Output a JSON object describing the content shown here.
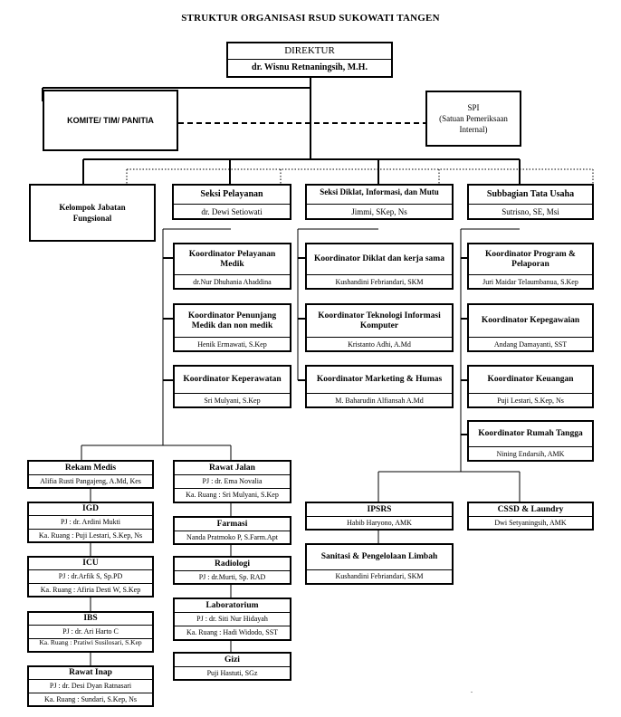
{
  "title": "STRUKTUR ORGANISASI RSUD SUKOWATI TANGEN",
  "direktur": {
    "label": "DIREKTUR",
    "name": "dr. Wisnu Retnaningsih, M.H."
  },
  "komite": "KOMITE/ TIM/ PANITIA",
  "spi": {
    "line1": "SPI",
    "line2": "(Satuan Pemeriksaan",
    "line3": "Internal)"
  },
  "kelompok": {
    "line1": "Kelompok Jabatan",
    "line2": "Fungsional"
  },
  "seksi_pelayanan": {
    "title": "Seksi Pelayanan",
    "head": "dr. Dewi Setiowati",
    "coordinators": [
      {
        "title": "Koordinator Pelayanan Medik",
        "person": "dr.Nur Dhuhania Ahaddina"
      },
      {
        "title": "Koordinator Penunjang Medik dan non medik",
        "person": "Henik Ermawati, S.Kep"
      },
      {
        "title": "Koordinator Keperawatan",
        "person": "Sri Mulyani, S.Kep"
      }
    ]
  },
  "seksi_diklat": {
    "title": "Seksi Diklat, Informasi, dan Mutu",
    "head": "Jimmi, SKep, Ns",
    "coordinators": [
      {
        "title": "Koordinator Diklat dan kerja sama",
        "person": "Kushandini Febriandari, SKM"
      },
      {
        "title": "Koordinator Teknologi Informasi Komputer",
        "person": "Kristanto Adhi, A.Md"
      },
      {
        "title": "Koordinator Marketing & Humas",
        "person": "M. Baharudin Alfiansah A.Md"
      }
    ]
  },
  "subbagian": {
    "title": "Subbagian  Tata Usaha",
    "head": "Sutrisno, SE, Msi",
    "coordinators": [
      {
        "title": "Koordinator Program & Pelaporan",
        "person": "Juri Maidar Telaumbanua, S.Kep"
      },
      {
        "title": "Koordinator Kepegawaian",
        "person": "Andang Damayanti, SST"
      },
      {
        "title": "Koordinator Keuangan",
        "person": "Puji Lestari, S.Kep, Ns"
      },
      {
        "title": "Koordinator Rumah Tangga",
        "person": "Nining Endarsih, AMK"
      }
    ]
  },
  "units_left": [
    {
      "title": "Rekam Medis",
      "lines": [
        "Alifia Rusti Pangajeng, A.Md, Kes"
      ]
    },
    {
      "title": "IGD",
      "lines": [
        "PJ : dr. Ardini Mukti",
        "Ka. Ruang : Puji Lestari, S.Kep, Ns"
      ]
    },
    {
      "title": "ICU",
      "lines": [
        "PJ : dr.Arfik S, Sp.PD",
        "Ka. Ruang : Afiria Desti W, S.Kep"
      ]
    },
    {
      "title": "IBS",
      "lines": [
        "PJ : dr. Ari Harto C",
        "Ka. Ruang : Pratiwi Susilosari, S.Kep"
      ]
    },
    {
      "title": "Rawat Inap",
      "lines": [
        "PJ : dr. Desi Dyan Ratnasari",
        "Ka. Ruang : Sundari, S.Kep, Ns"
      ]
    }
  ],
  "units_mid": [
    {
      "title": "Rawat Jalan",
      "lines": [
        "PJ : dr. Ema Novalia",
        "Ka. Ruang : Sri Mulyani, S.Kep"
      ]
    },
    {
      "title": "Farmasi",
      "lines": [
        "Nanda Pratmoko P, S.Farm.Apt"
      ]
    },
    {
      "title": "Radiologi",
      "lines": [
        "PJ : dr.Murti, Sp. RAD"
      ]
    },
    {
      "title": "Laboratorium",
      "lines": [
        "PJ : dr. Siti Nur Hidayah",
        "Ka. Ruang : Hadi Widodo, SST"
      ]
    },
    {
      "title": "Gizi",
      "lines": [
        "Puji Hastuti, SGz"
      ]
    }
  ],
  "units_right": [
    {
      "title": "IPSRS",
      "lines": [
        "Habib Haryono, AMK"
      ]
    },
    {
      "title": "Sanitasi & Pengelolaan Limbah",
      "lines": [
        "Kushandini Febriandari, SKM"
      ]
    },
    {
      "title": "CSSD & Laundry",
      "lines": [
        "Dwi Setyaningsih, AMK"
      ]
    }
  ],
  "dot": "."
}
